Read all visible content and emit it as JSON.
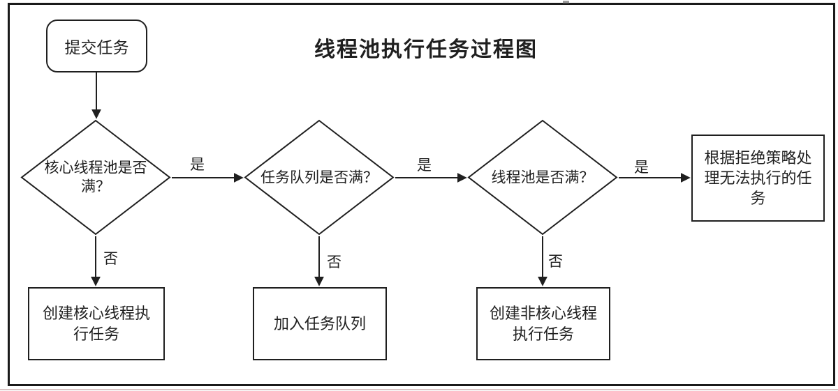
{
  "diagram": {
    "title": "线程池执行任务过程图",
    "colors": {
      "stroke": "#1f1f1f",
      "fill": "#ffffff",
      "text": "#1f1f1f",
      "frame": "#1a1a1a",
      "bottom_line": "#c7a9a9"
    },
    "nodes": {
      "start": {
        "type": "terminal",
        "lines": [
          "提交任务"
        ]
      },
      "d_core": {
        "type": "decision",
        "lines": [
          "核心线程池是否",
          "满？"
        ]
      },
      "d_queue": {
        "type": "decision",
        "lines": [
          "任务队列是否满？"
        ]
      },
      "d_pool": {
        "type": "decision",
        "lines": [
          "线程池是否满？"
        ]
      },
      "reject": {
        "type": "process",
        "lines": [
          "根据拒绝策略处",
          "理无法执行的任",
          "务"
        ]
      },
      "create_core": {
        "type": "process",
        "lines": [
          "创建核心线程执",
          "行任务"
        ]
      },
      "enqueue": {
        "type": "process",
        "lines": [
          "加入任务队列"
        ]
      },
      "create_noncore": {
        "type": "process",
        "lines": [
          "创建非核心线程",
          "执行任务"
        ]
      }
    },
    "edge_labels": {
      "yes": "是",
      "no": "否"
    }
  }
}
